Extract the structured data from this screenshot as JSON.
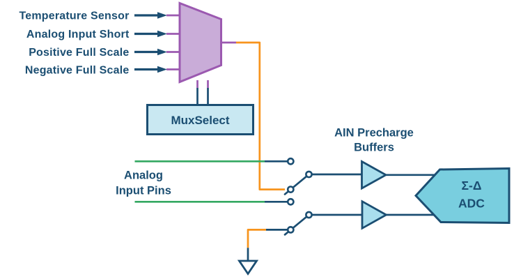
{
  "colors": {
    "navy": "#1B4E72",
    "orange": "#F7941D",
    "green": "#34A862",
    "purple": "#9B59B0",
    "purple-fill": "#C9ACD8",
    "box-fill": "#C9E8F2",
    "buffer-fill": "#A9DEED",
    "adc-fill": "#79CEDF",
    "background": "#FFFFFF"
  },
  "mux_inputs": [
    "Temperature Sensor",
    "Analog Input Short",
    "Positive Full Scale",
    "Negative Full Scale"
  ],
  "mux_select_label": "MuxSelect",
  "analog_input_pins": {
    "line1": "Analog",
    "line2": "Input Pins"
  },
  "precharge_buffers": {
    "line1": "AIN Precharge",
    "line2": "Buffers"
  },
  "adc": {
    "line1": "Σ-Δ",
    "line2": "ADC"
  }
}
